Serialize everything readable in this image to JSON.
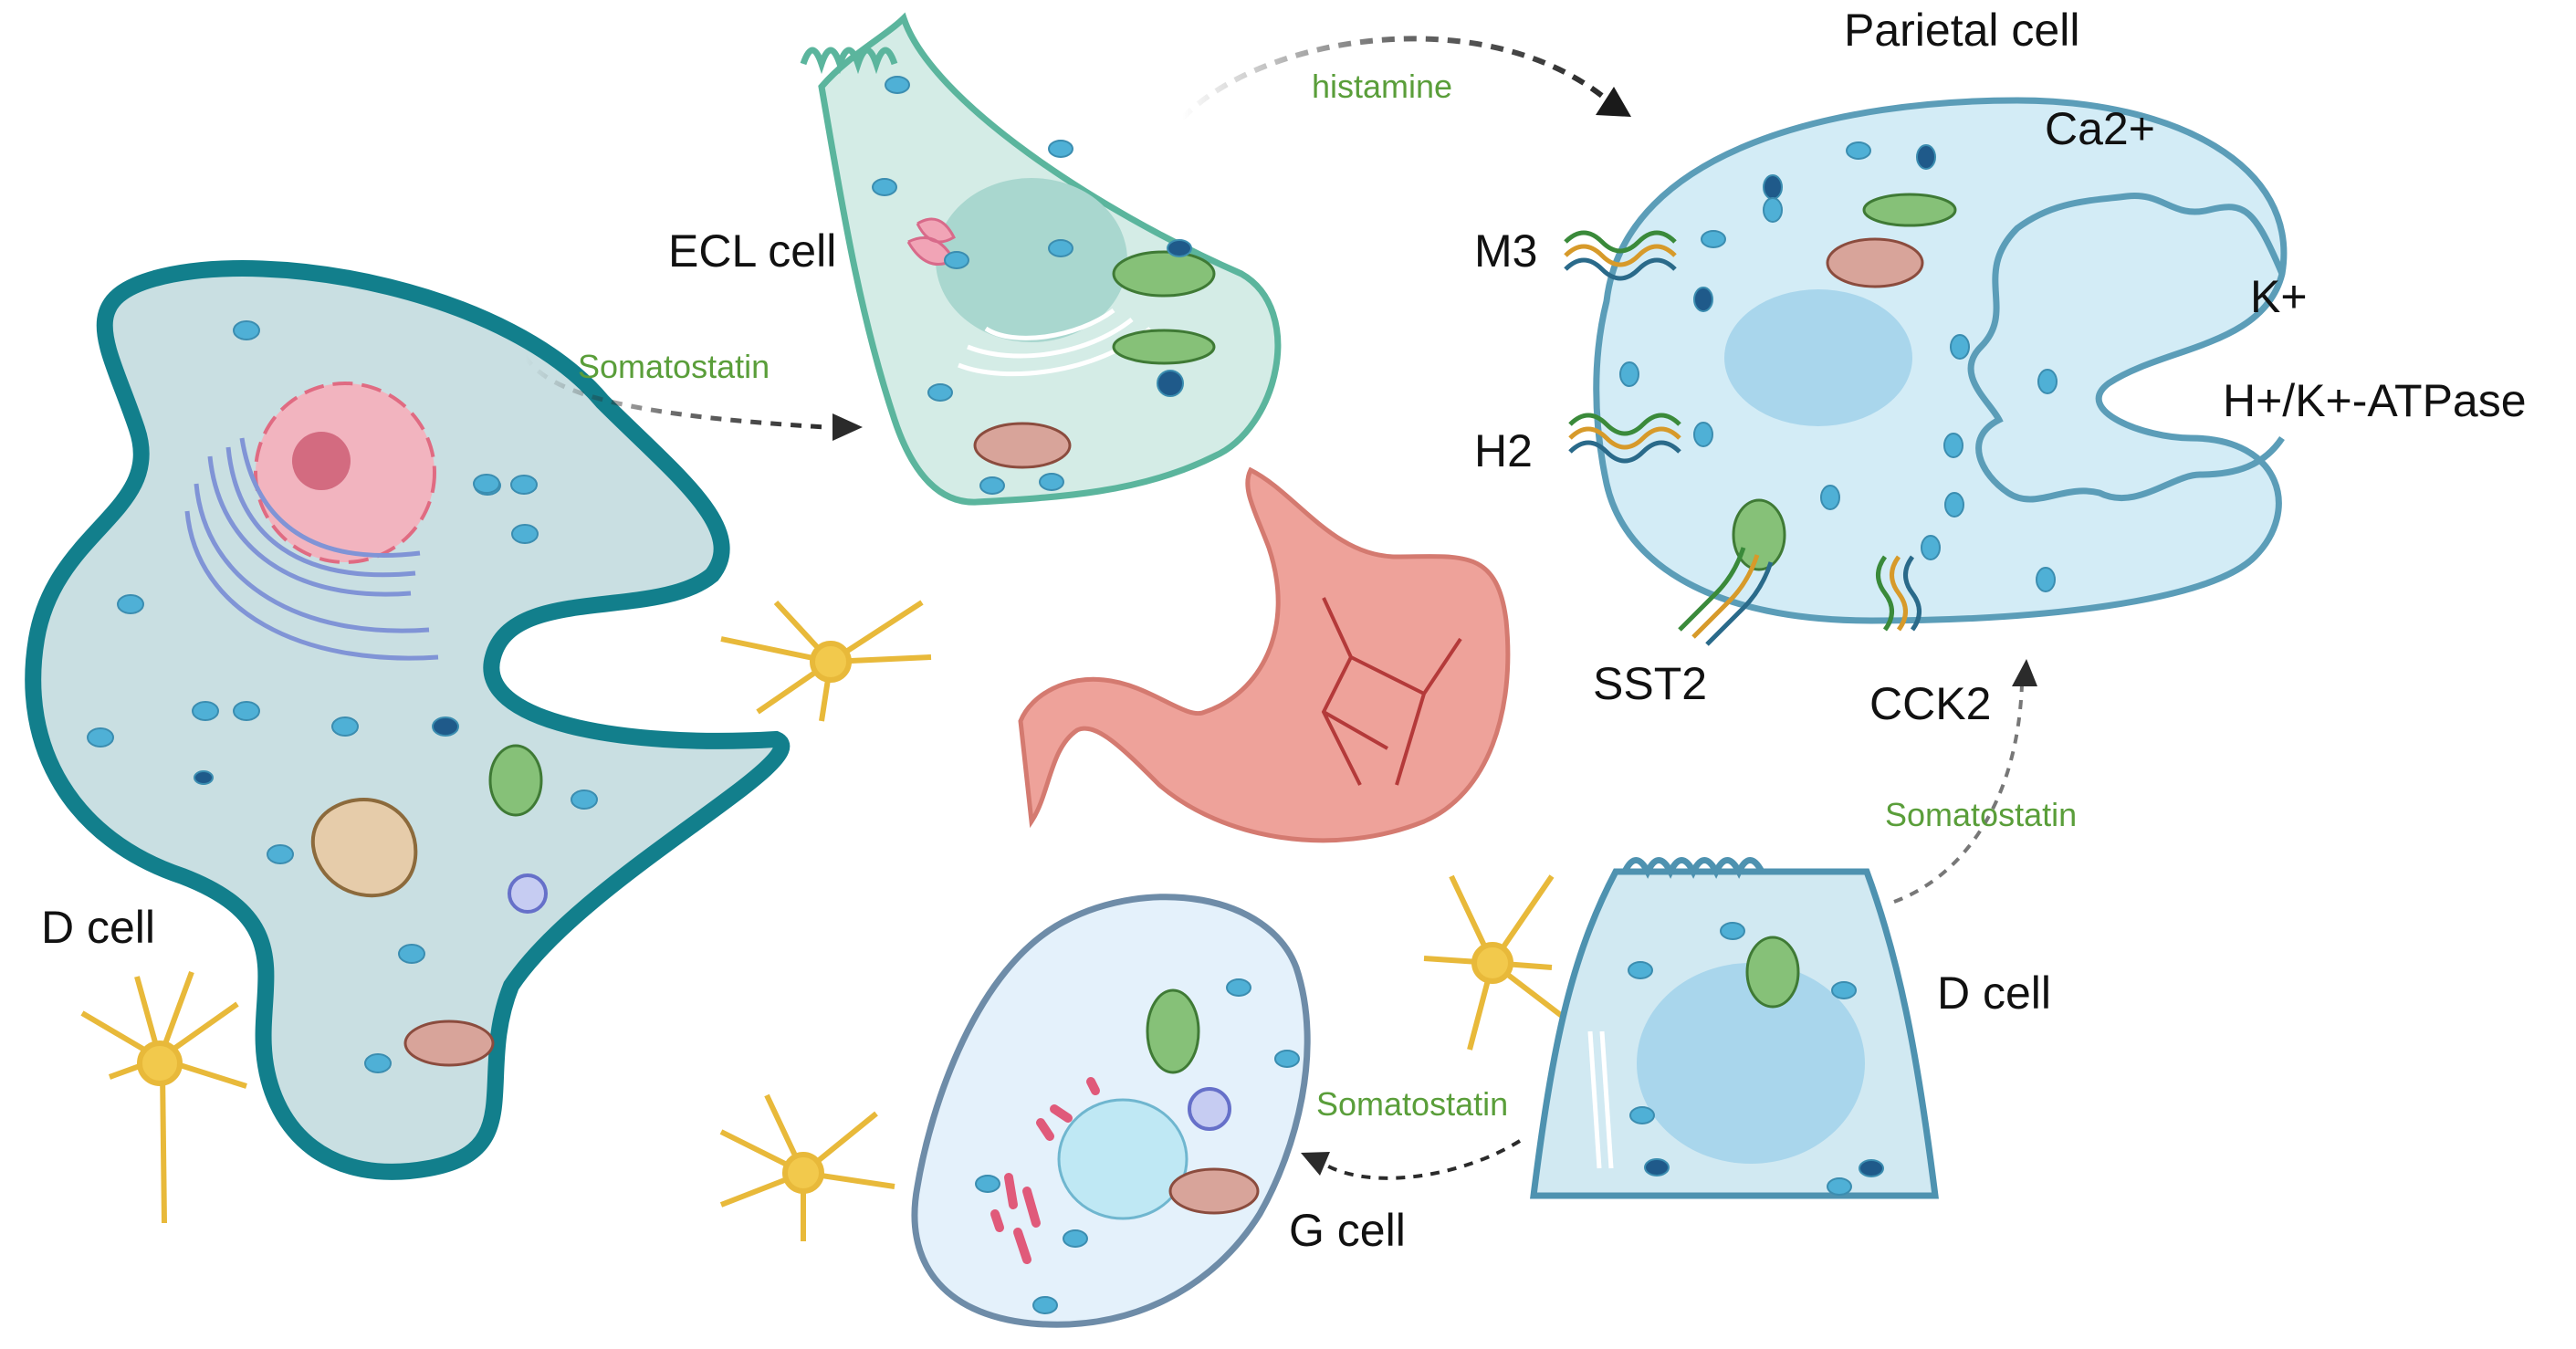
{
  "labels": {
    "d_cell_left": "D cell",
    "ecl_cell": "ECL cell",
    "parietal_cell": "Parietal cell",
    "ca": "Ca2+",
    "k": "K+",
    "atpase": "H+/K+-ATPase",
    "m3": "M3",
    "h2": "H2",
    "sst2": "SST2",
    "cck2": "CCK2",
    "d_cell_right": "D cell",
    "g_cell": "G cell"
  },
  "signals": {
    "somatostatin_to_ecl": "Somatostatin",
    "histamine": "histamine",
    "somatostatin_to_parietal": "Somatostatin",
    "somatostatin_to_g": "Somatostatin"
  },
  "colors": {
    "d_cell_membrane": "#127f8c",
    "d_cell_fill": "#c9dfe2",
    "ecl_membrane": "#5bb59d",
    "ecl_fill": "#d4ece6",
    "parietal_membrane": "#5b9db8",
    "parietal_fill": "#d3ecf6",
    "g_cell_membrane": "#6e8ca8",
    "g_cell_fill": "#e4f1fb",
    "stomach": "#eea29a",
    "neuron": "#f2c94c",
    "signal_text": "#5a9e3a",
    "arrow": "#2b2b2b"
  }
}
